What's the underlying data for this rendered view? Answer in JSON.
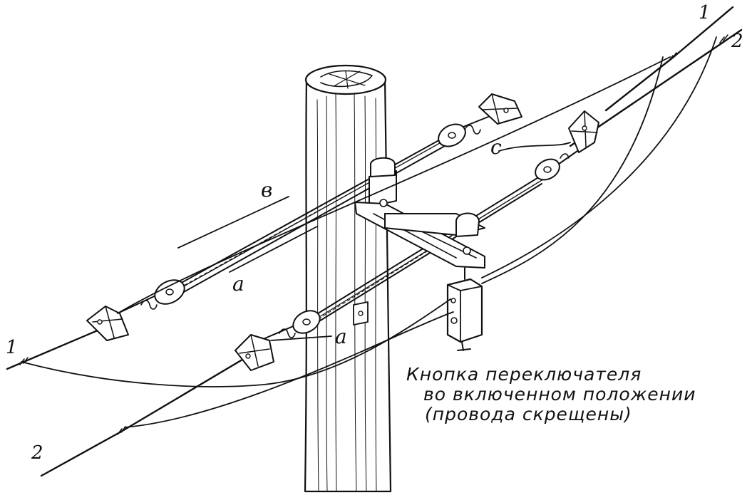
{
  "labels": {
    "wire1": "1",
    "wire2": "2",
    "a": "a",
    "b": "в",
    "c": "c"
  },
  "caption": {
    "line1": "Кнопка переключателя",
    "line2": "во включенном положении",
    "line3": "(провода скрещены)"
  }
}
